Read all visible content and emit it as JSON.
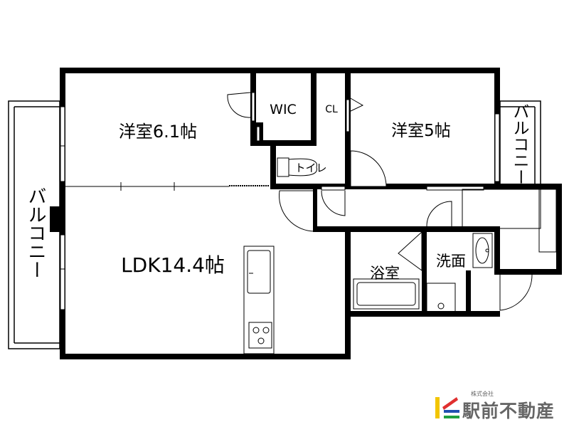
{
  "rooms": {
    "western_room_1": "洋室6.1帖",
    "wic": "WIC",
    "closet": "CL",
    "western_room_2": "洋室5帖",
    "toilet": "トイレ",
    "ldk": "LDK14.4帖",
    "bathroom": "浴室",
    "washroom": "洗面",
    "balcony_left": "バルコニー",
    "balcony_right": "バルコニー"
  },
  "logo": {
    "subtitle": "株式会社",
    "name": "駅前不動産",
    "colors": [
      "#f2c500",
      "#e03030",
      "#2050b0",
      "#20a040"
    ]
  }
}
